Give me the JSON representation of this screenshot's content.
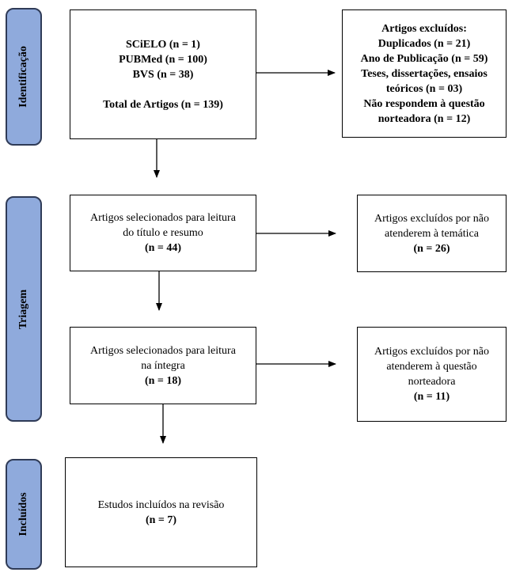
{
  "phases": {
    "identificacao": "Identificação",
    "triagem": "Triagem",
    "incluidos": "Incluídos"
  },
  "boxes": {
    "sources": {
      "lines": [
        "SCiELO (n = 1)",
        "PUBMed (n = 100)",
        "BVS (n = 38)"
      ],
      "total": "Total de Artigos (n = 139)"
    },
    "excluded_initial": {
      "lines": [
        "Artigos excluídos:",
        "Duplicados (n = 21)",
        "Ano de Publicação (n = 59)",
        "Teses, dissertações, ensaios",
        "teóricos (n = 03)",
        "Não respondem à questão",
        "norteadora (n = 12)"
      ]
    },
    "screen_title": {
      "lines": [
        "Artigos selecionados para leitura",
        "do título e resumo"
      ],
      "count": "(n = 44)"
    },
    "excluded_theme": {
      "lines": [
        "Artigos excluídos por não",
        "atenderem à temática"
      ],
      "count": "(n = 26)"
    },
    "screen_full": {
      "lines": [
        "Artigos selecionados para leitura",
        "na íntegra"
      ],
      "count": "(n = 18)"
    },
    "excluded_question": {
      "lines": [
        "Artigos excluídos por não",
        "atenderem à questão",
        "norteadora"
      ],
      "count": "(n = 11)"
    },
    "included": {
      "lines": [
        "Estudos incluídos na revisão"
      ],
      "count": "(n = 7)"
    }
  }
}
